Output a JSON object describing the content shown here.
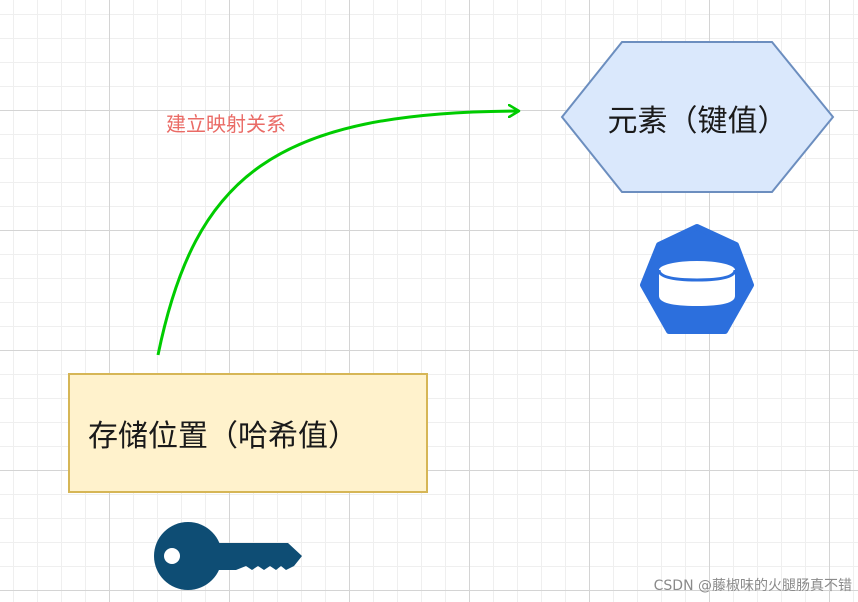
{
  "diagram": {
    "nodes": {
      "element": {
        "label": "元素（键值）",
        "fill": "#dae8fc",
        "stroke": "#6c8ebf"
      },
      "storage": {
        "label": "存储位置（哈希值）",
        "fill": "#fff2cc",
        "stroke": "#d6b656"
      }
    },
    "edge": {
      "label": "建立映射关系",
      "label_color": "#ea6b66",
      "stroke": "#00cc00"
    },
    "icons": {
      "database": {
        "name": "database-icon",
        "color": "#2c6fdd"
      },
      "key": {
        "name": "key-icon",
        "color": "#0e4d74"
      }
    }
  },
  "watermark": "CSDN @藤椒味的火腿肠真不错"
}
